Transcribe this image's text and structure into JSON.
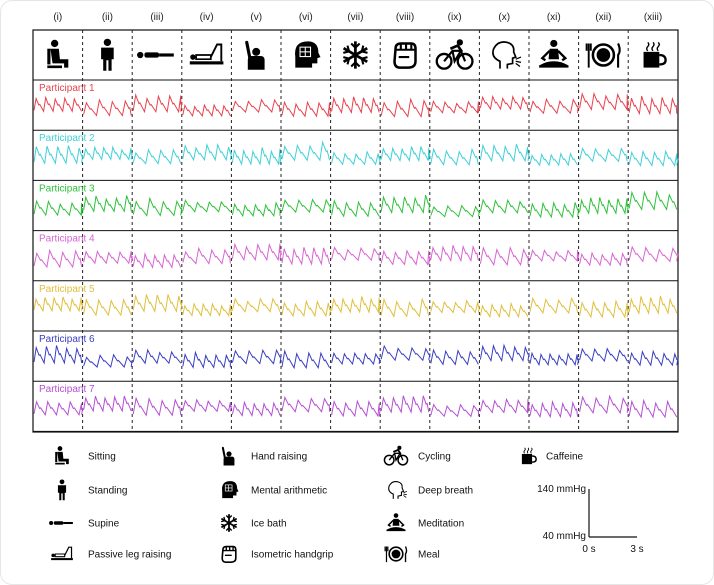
{
  "chart_data": {
    "type": "line",
    "conditions": [
      {
        "numeral": "(i)",
        "icon": "sitting-icon"
      },
      {
        "numeral": "(ii)",
        "icon": "standing-icon"
      },
      {
        "numeral": "(iii)",
        "icon": "supine-icon"
      },
      {
        "numeral": "(iv)",
        "icon": "passive-leg-raising-icon"
      },
      {
        "numeral": "(v)",
        "icon": "hand-raising-icon"
      },
      {
        "numeral": "(vi)",
        "icon": "mental-arithmetic-icon"
      },
      {
        "numeral": "(vii)",
        "icon": "ice-bath-icon"
      },
      {
        "numeral": "(viii)",
        "icon": "isometric-handgrip-icon"
      },
      {
        "numeral": "(ix)",
        "icon": "cycling-icon"
      },
      {
        "numeral": "(x)",
        "icon": "deep-breath-icon"
      },
      {
        "numeral": "(xi)",
        "icon": "meditation-icon"
      },
      {
        "numeral": "(xii)",
        "icon": "meal-icon"
      },
      {
        "numeral": "(xiii)",
        "icon": "caffeine-icon"
      }
    ],
    "series": [
      {
        "name": "Participant 1",
        "color": "#e8434e"
      },
      {
        "name": "Participant 2",
        "color": "#3fd1d8"
      },
      {
        "name": "Participant 3",
        "color": "#2ec23a"
      },
      {
        "name": "Participant 4",
        "color": "#d865d2"
      },
      {
        "name": "Participant 5",
        "color": "#e0bf3c"
      },
      {
        "name": "Participant 6",
        "color": "#3a3fc2"
      },
      {
        "name": "Participant 7",
        "color": "#b54fd4"
      }
    ],
    "legend": [
      {
        "icon": "sitting-icon",
        "label": "Sitting"
      },
      {
        "icon": "standing-icon",
        "label": "Standing"
      },
      {
        "icon": "supine-icon",
        "label": "Supine"
      },
      {
        "icon": "passive-leg-raising-icon",
        "label": "Passive leg raising"
      },
      {
        "icon": "hand-raising-icon",
        "label": "Hand raising"
      },
      {
        "icon": "mental-arithmetic-icon",
        "label": "Mental arithmetic"
      },
      {
        "icon": "ice-bath-icon",
        "label": "Ice bath"
      },
      {
        "icon": "isometric-handgrip-icon",
        "label": "Isometric handgrip"
      },
      {
        "icon": "cycling-icon",
        "label": "Cycling"
      },
      {
        "icon": "deep-breath-icon",
        "label": "Deep breath"
      },
      {
        "icon": "meditation-icon",
        "label": "Meditation"
      },
      {
        "icon": "meal-icon",
        "label": "Meal"
      },
      {
        "icon": "caffeine-icon",
        "label": "Caffeine"
      }
    ],
    "scale_bar": {
      "y_top_label": "140 mmHg",
      "y_bottom_label": "40 mmHg",
      "x_start_label": "0 s",
      "x_end_label": "3 s"
    },
    "grid": true,
    "legend_placement": "bottom"
  }
}
